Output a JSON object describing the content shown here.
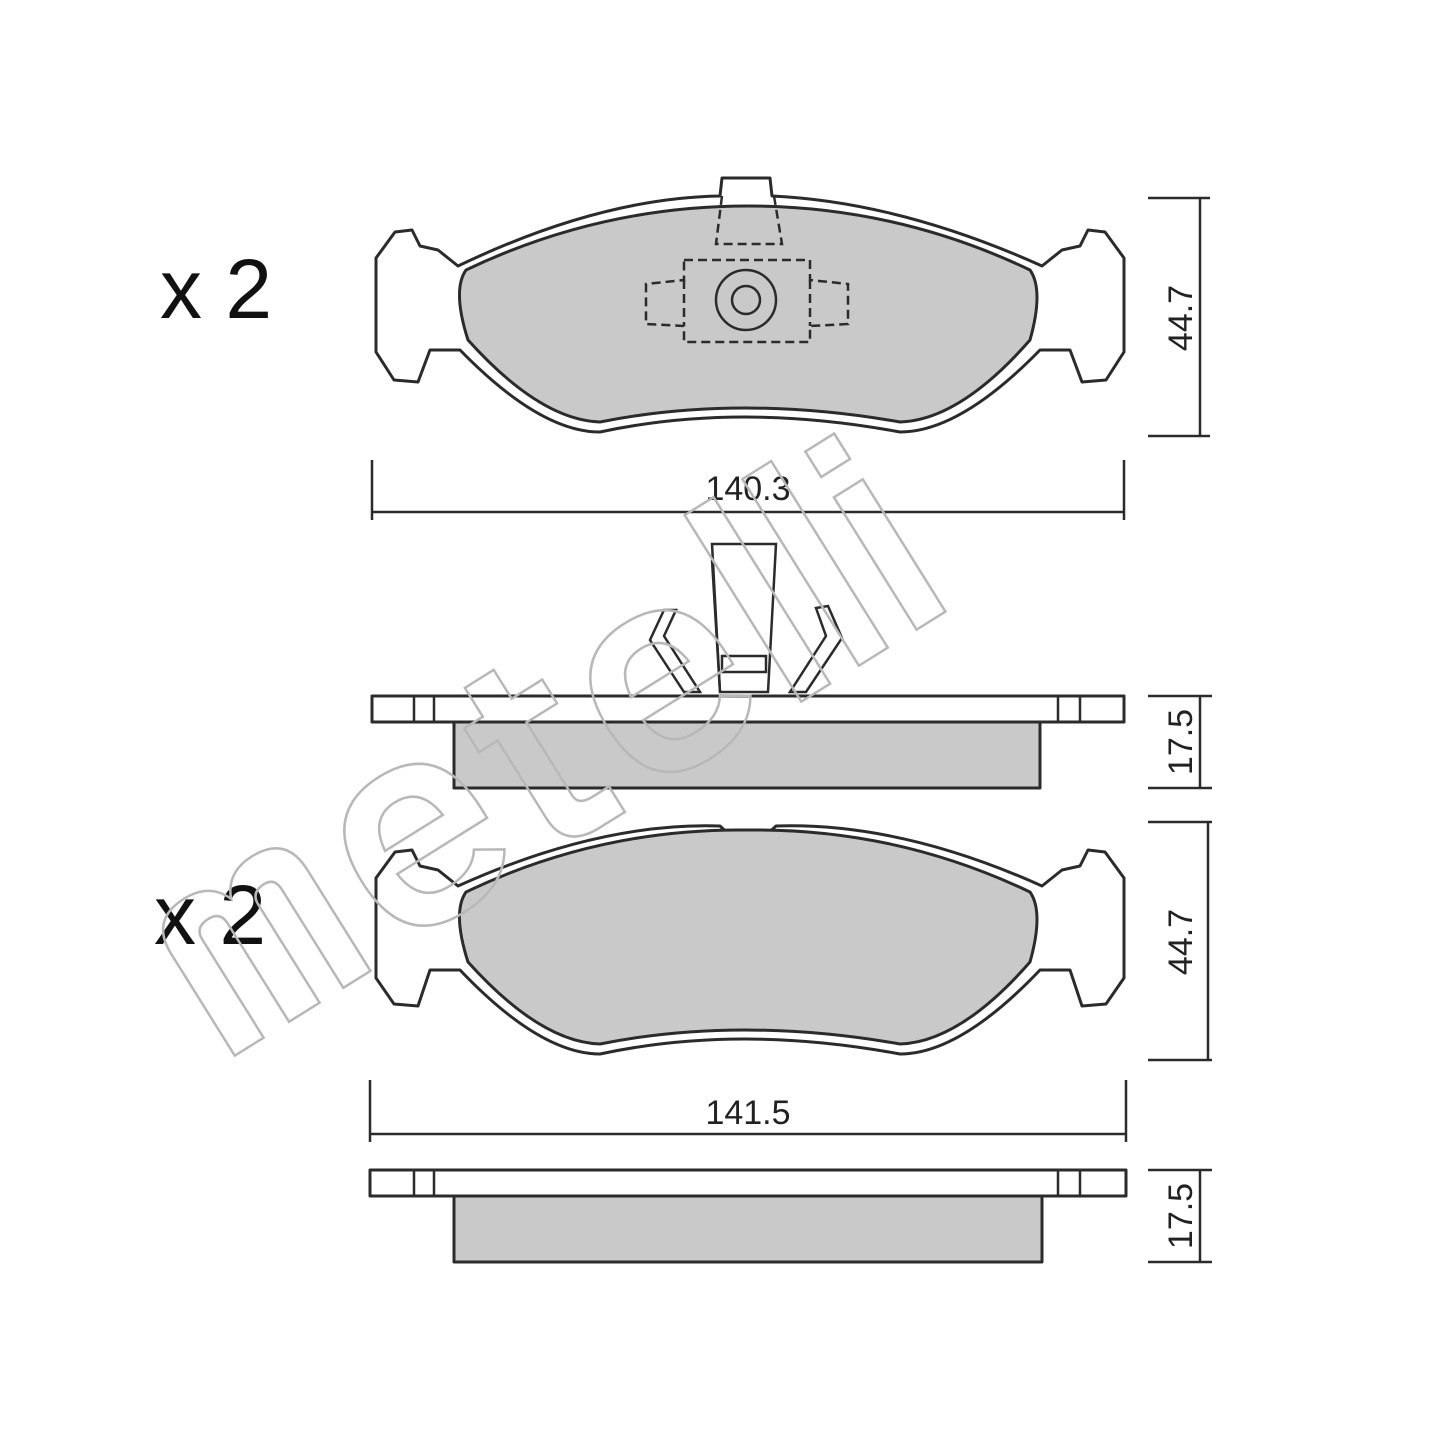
{
  "top_pad": {
    "quantity_label": "x 2",
    "width_label": "140.3",
    "height_label": "44.7",
    "thickness_label": "17.5"
  },
  "bottom_pad": {
    "quantity_label": "x 2",
    "width_label": "141.5",
    "height_label": "44.7",
    "thickness_label": "17.5"
  },
  "colors": {
    "friction_material": "#c9c9c9",
    "line": "#2b2b2b",
    "watermark": "#b8b8b8"
  }
}
